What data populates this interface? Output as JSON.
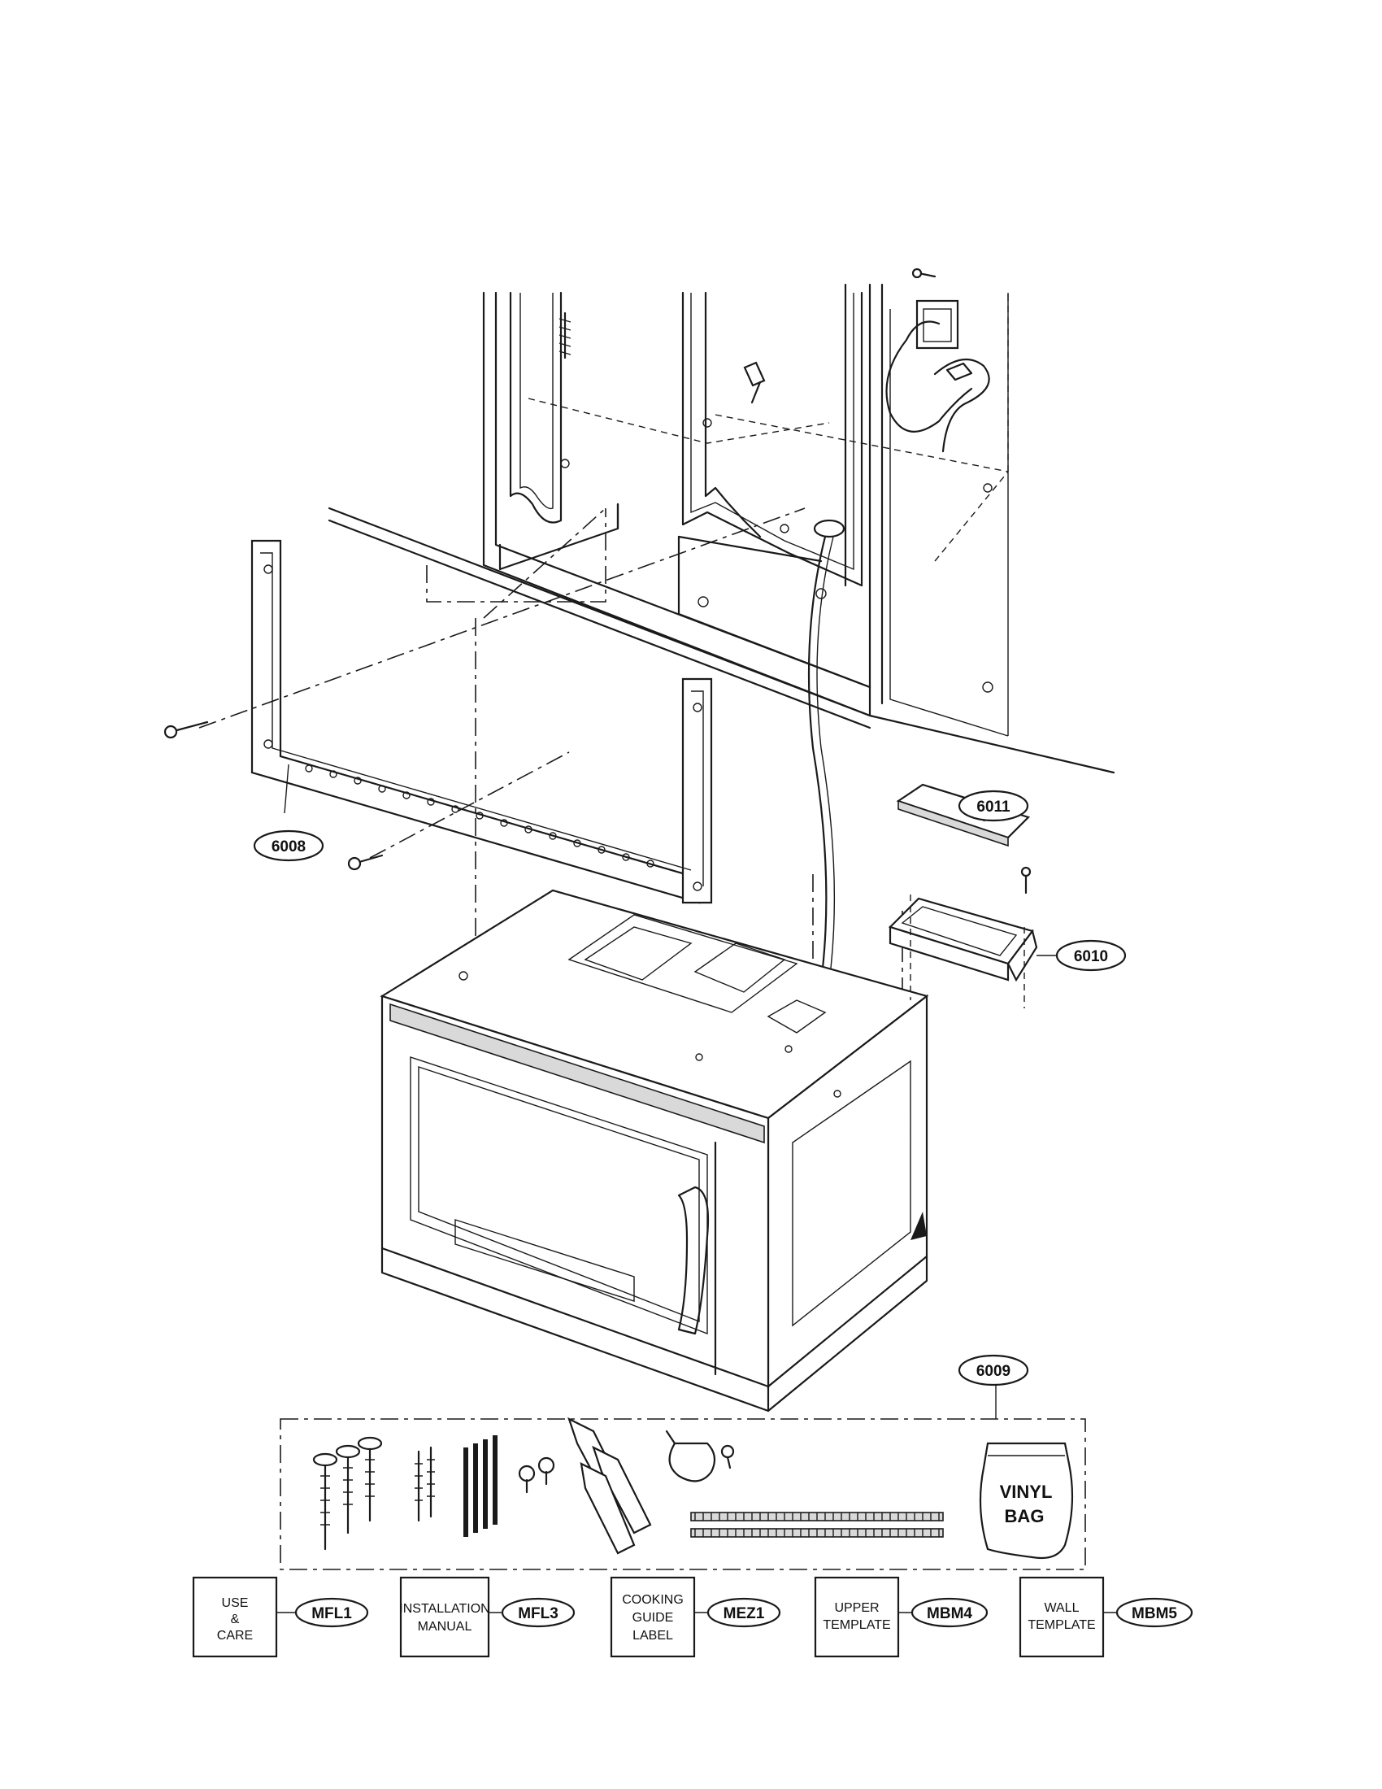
{
  "callouts": {
    "mounting_plate": "6008",
    "hardware_kit": "6009",
    "damper_housing": "6010",
    "damper_cover": "6011"
  },
  "bag_label": [
    "VINYL",
    "BAG"
  ],
  "literature": [
    {
      "code": "MFL1",
      "lines": [
        "USE",
        "&",
        "CARE"
      ]
    },
    {
      "code": "MFL3",
      "lines": [
        "INSTALLATION",
        "MANUAL"
      ]
    },
    {
      "code": "MEZ1",
      "lines": [
        "COOKING",
        "GUIDE",
        "LABEL"
      ]
    },
    {
      "code": "MBM4",
      "lines": [
        "UPPER",
        "TEMPLATE"
      ]
    },
    {
      "code": "MBM5",
      "lines": [
        "WALL",
        "TEMPLATE"
      ]
    }
  ]
}
